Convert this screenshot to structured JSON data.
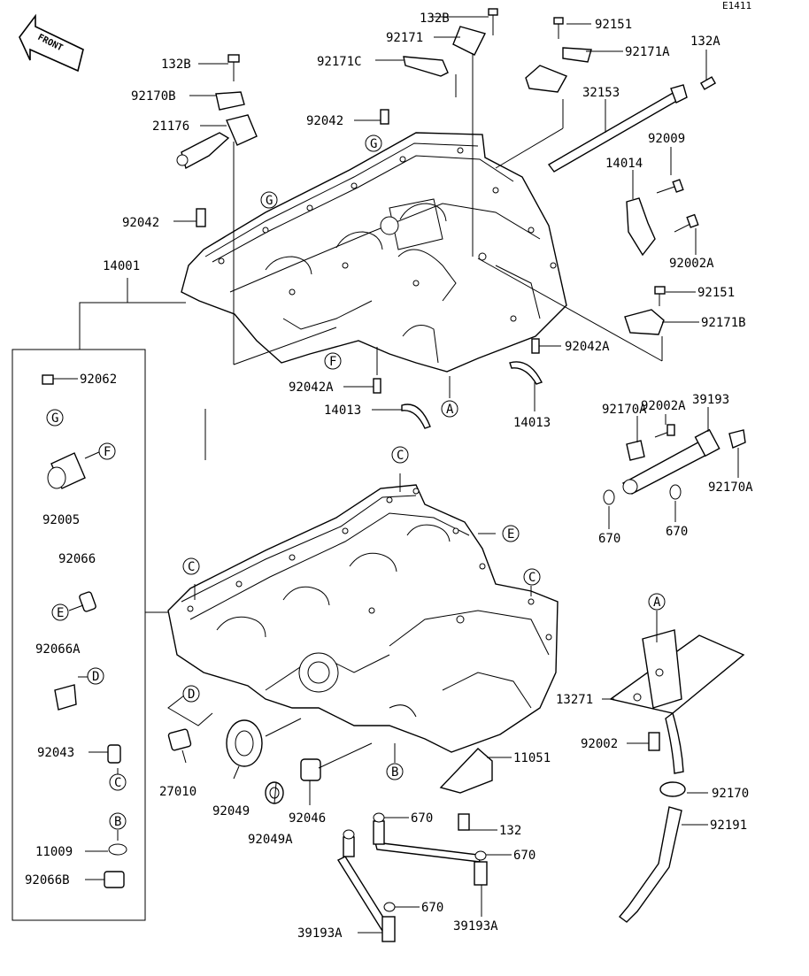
{
  "diagram": {
    "code": "E1411",
    "front_label": "FRONT",
    "part_labels": [
      {
        "id": "p01",
        "text": "132B"
      },
      {
        "id": "p02",
        "text": "92171"
      },
      {
        "id": "p03",
        "text": "92151"
      },
      {
        "id": "p04",
        "text": "92171C"
      },
      {
        "id": "p05",
        "text": "92171A"
      },
      {
        "id": "p06",
        "text": "132A"
      },
      {
        "id": "p07",
        "text": "132B"
      },
      {
        "id": "p08",
        "text": "92170B"
      },
      {
        "id": "p09",
        "text": "32153"
      },
      {
        "id": "p10",
        "text": "21176"
      },
      {
        "id": "p11",
        "text": "92042"
      },
      {
        "id": "p12",
        "text": "92009"
      },
      {
        "id": "p13",
        "text": "14014"
      },
      {
        "id": "p14",
        "text": "92042"
      },
      {
        "id": "p15",
        "text": "92002A"
      },
      {
        "id": "p16",
        "text": "14001"
      },
      {
        "id": "p17",
        "text": "92151"
      },
      {
        "id": "p18",
        "text": "92171B"
      },
      {
        "id": "p19",
        "text": "92042A"
      },
      {
        "id": "p20",
        "text": "92062"
      },
      {
        "id": "p21",
        "text": "92042A"
      },
      {
        "id": "p22",
        "text": "14013"
      },
      {
        "id": "p23",
        "text": "14013"
      },
      {
        "id": "p24",
        "text": "92002A"
      },
      {
        "id": "p25",
        "text": "92170A"
      },
      {
        "id": "p26",
        "text": "39193"
      },
      {
        "id": "p27",
        "text": "92005"
      },
      {
        "id": "p28",
        "text": "92170A"
      },
      {
        "id": "p29",
        "text": "670"
      },
      {
        "id": "p30",
        "text": "670"
      },
      {
        "id": "p31",
        "text": "92066"
      },
      {
        "id": "p32",
        "text": "92066A"
      },
      {
        "id": "p33",
        "text": "13271"
      },
      {
        "id": "p34",
        "text": "92043"
      },
      {
        "id": "p35",
        "text": "92002"
      },
      {
        "id": "p36",
        "text": "11051"
      },
      {
        "id": "p37",
        "text": "27010"
      },
      {
        "id": "p38",
        "text": "92049"
      },
      {
        "id": "p39",
        "text": "92046"
      },
      {
        "id": "p40",
        "text": "92170"
      },
      {
        "id": "p41",
        "text": "92049A"
      },
      {
        "id": "p42",
        "text": "670"
      },
      {
        "id": "p43",
        "text": "132"
      },
      {
        "id": "p44",
        "text": "92191"
      },
      {
        "id": "p45",
        "text": "11009"
      },
      {
        "id": "p46",
        "text": "670"
      },
      {
        "id": "p47",
        "text": "92066B"
      },
      {
        "id": "p48",
        "text": "670"
      },
      {
        "id": "p49",
        "text": "39193A"
      },
      {
        "id": "p50",
        "text": "39193A"
      }
    ],
    "ref_markers": [
      {
        "id": "m01",
        "text": "G"
      },
      {
        "id": "m02",
        "text": "G"
      },
      {
        "id": "m03",
        "text": "F"
      },
      {
        "id": "m04",
        "text": "A"
      },
      {
        "id": "m05",
        "text": "G"
      },
      {
        "id": "m06",
        "text": "F"
      },
      {
        "id": "m07",
        "text": "C"
      },
      {
        "id": "m08",
        "text": "E"
      },
      {
        "id": "m09",
        "text": "C"
      },
      {
        "id": "m10",
        "text": "C"
      },
      {
        "id": "m11",
        "text": "E"
      },
      {
        "id": "m12",
        "text": "D"
      },
      {
        "id": "m13",
        "text": "D"
      },
      {
        "id": "m14",
        "text": "A"
      },
      {
        "id": "m15",
        "text": "C"
      },
      {
        "id": "m16",
        "text": "B"
      },
      {
        "id": "m17",
        "text": "B"
      }
    ]
  }
}
